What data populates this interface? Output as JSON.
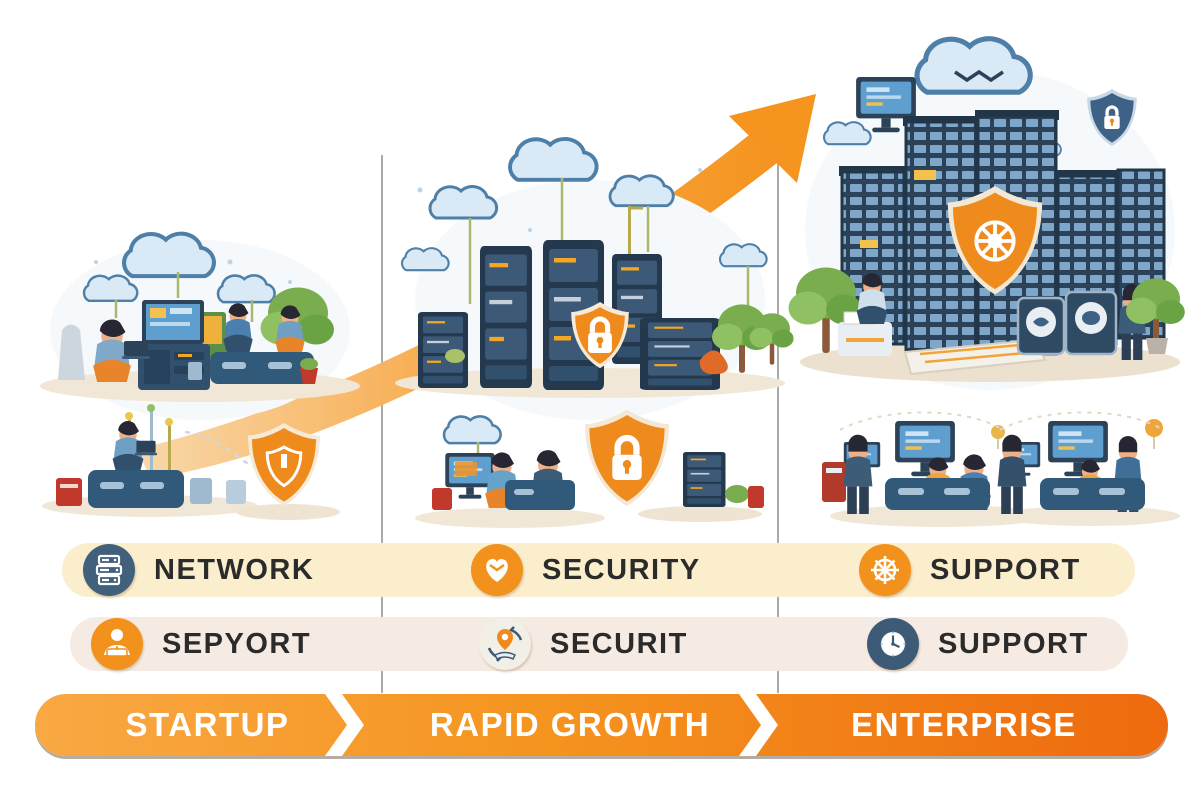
{
  "title": "IT infrastructure growth stages infographic",
  "timeline": {
    "bar_color_left": "#f9a843",
    "bar_color_right": "#ee6a0e",
    "stages": [
      {
        "label": "STARTUP"
      },
      {
        "label": "RAPID GROWTH"
      },
      {
        "label": "ENTERPRISE"
      }
    ]
  },
  "feature_rows": [
    {
      "background": "#fbeecd",
      "items": [
        {
          "label": "NETWORK",
          "icon": "server-rack-icon",
          "icon_color": "#41607b"
        },
        {
          "label": "SECURITY",
          "icon": "heart-icon",
          "icon_color": "#f2921d"
        },
        {
          "label": "SUPPORT",
          "icon": "helm-wheel-icon",
          "icon_color": "#f2921d"
        }
      ]
    },
    {
      "background": "#f6ebe3",
      "items": [
        {
          "label": "SEPYORT",
          "icon": "person-laptop-icon",
          "icon_color": "#f2921d"
        },
        {
          "label": "SECURIT",
          "icon": "map-pin-person-icon",
          "icon_color": "#f2efe7"
        },
        {
          "label": "SUPPORT",
          "icon": "clock-icon",
          "icon_color": "#3d5b76"
        }
      ]
    }
  ],
  "scenes": [
    {
      "id": "startup-scene"
    },
    {
      "id": "rapid-growth-scene"
    },
    {
      "id": "enterprise-scene"
    },
    {
      "id": "startup-support-scene"
    },
    {
      "id": "rapid-growth-security-scene"
    },
    {
      "id": "enterprise-support-scene"
    },
    {
      "id": "growth-arrow"
    }
  ],
  "colors": {
    "arrow": "#f5941f",
    "navy": "#2c4258",
    "divider": "#8f8f8f",
    "shield_orange": "#ef8b1c",
    "background": "#ffffff"
  }
}
